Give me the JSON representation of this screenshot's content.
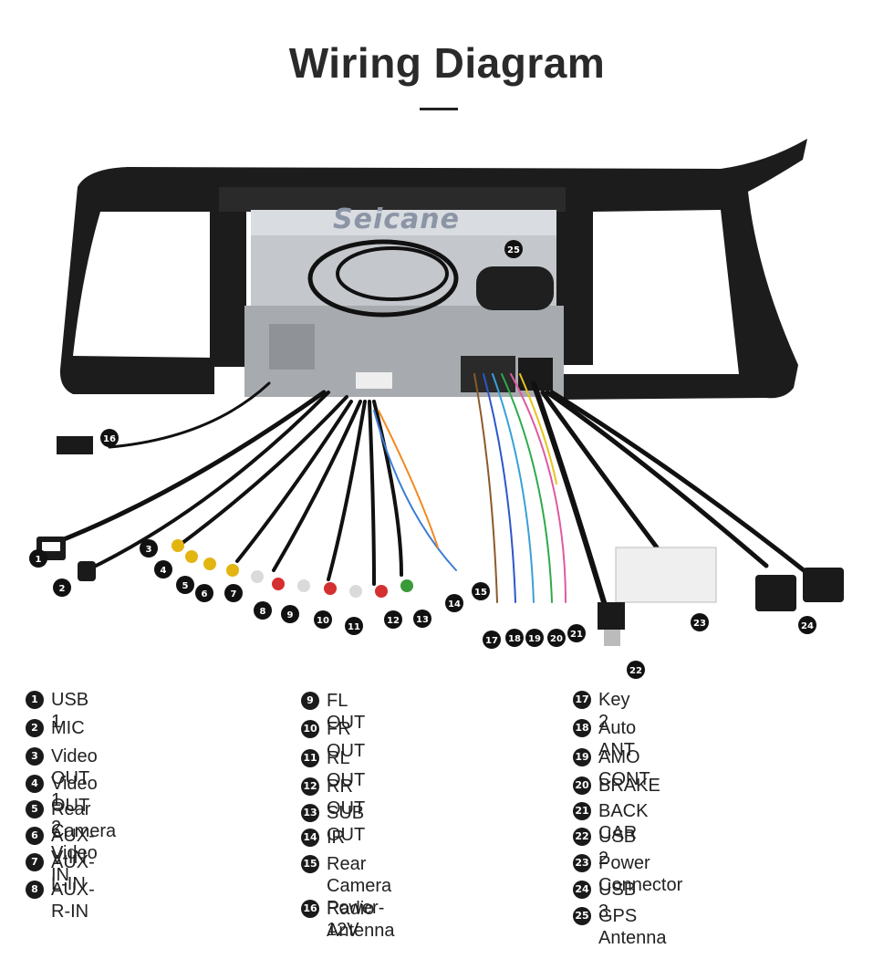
{
  "header": {
    "title": "Wiring Diagram"
  },
  "device": {
    "brand": "Seicane"
  },
  "legend": [
    {
      "num": "1",
      "label": "USB 1"
    },
    {
      "num": "2",
      "label": "MIC"
    },
    {
      "num": "3",
      "label": "Video OUT 1"
    },
    {
      "num": "4",
      "label": "Video OUT 2"
    },
    {
      "num": "5",
      "label": "Rear Camera Video IN"
    },
    {
      "num": "6",
      "label": "AUX-V-IN"
    },
    {
      "num": "7",
      "label": "AUX-L-IN"
    },
    {
      "num": "8",
      "label": "AUX-R-IN"
    },
    {
      "num": "9",
      "label": "FL OUT"
    },
    {
      "num": "10",
      "label": "FR OUT"
    },
    {
      "num": "11",
      "label": "RL OUT"
    },
    {
      "num": "12",
      "label": "RR OUT"
    },
    {
      "num": "13",
      "label": "SUB OUT"
    },
    {
      "num": "14",
      "label": "IR"
    },
    {
      "num": "15",
      "label": "Rear Camera\nPower-12V"
    },
    {
      "num": "16",
      "label": "Radio Antenna"
    },
    {
      "num": "17",
      "label": "Key 2"
    },
    {
      "num": "18",
      "label": "Auto ANT"
    },
    {
      "num": "19",
      "label": "AMO CONT"
    },
    {
      "num": "20",
      "label": "BRAKE"
    },
    {
      "num": "21",
      "label": "BACK CAR"
    },
    {
      "num": "22",
      "label": "USB 2"
    },
    {
      "num": "23",
      "label": "Power Connector"
    },
    {
      "num": "24",
      "label": "USB 3"
    },
    {
      "num": "25",
      "label": "GPS Antenna"
    }
  ]
}
